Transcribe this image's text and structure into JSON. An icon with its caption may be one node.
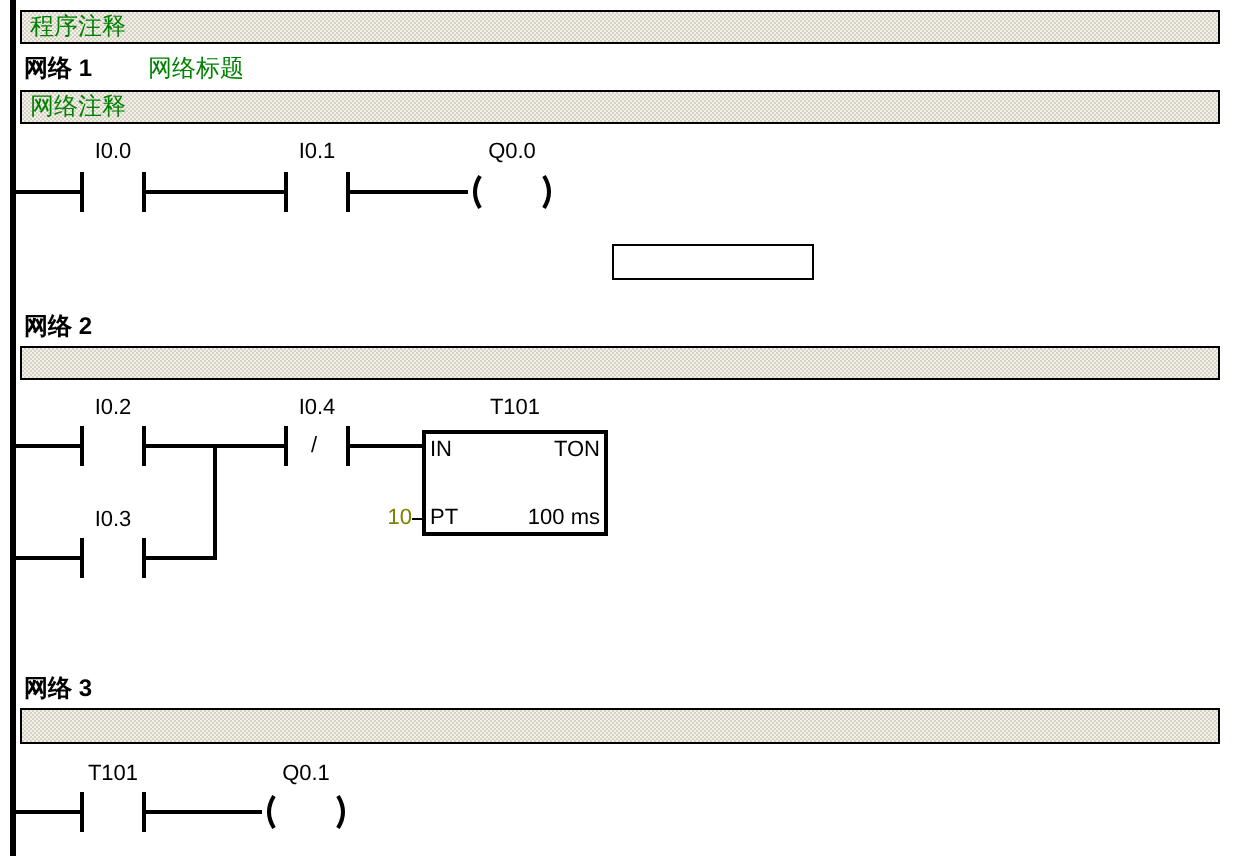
{
  "diagram": {
    "nodes": [
      {
        "text": [],
        "shape": "bar"
      },
      {
        "text": [
          "程序注释"
        ]
      },
      {
        "text": [
          "网络注释"
        ]
      },
      {
        "text": [
          "I0.0"
        ]
      },
      {
        "text": [
          "I0.1"
        ]
      },
      {
        "text": [
          "Q0.0"
        ]
      },
      {
        "text": [],
        "shape": "box"
      },
      {
        "text": [],
        "shape": "bar"
      },
      {
        "text": [
          "I0.2"
        ]
      },
      {
        "text": [
          "I0.4",
          "/"
        ]
      },
      {
        "text": [
          "T101",
          "IN",
          "TON",
          "PT",
          "100 ms"
        ],
        "beside": [
          "10"
        ]
      },
      {
        "text": [
          "I0.3"
        ]
      },
      {
        "text": [],
        "shape": "bar"
      },
      {
        "text": [
          "T101"
        ]
      },
      {
        "text": [
          "Q0.1"
        ]
      }
    ],
    "edges": [
      {
        "from": 0,
        "to": 3,
        "arrow": "none"
      },
      {
        "from": 3,
        "to": 4,
        "arrow": "none"
      },
      {
        "from": 4,
        "to": 5,
        "arrow": "none"
      },
      {
        "from": 0,
        "to": 8,
        "arrow": "none"
      },
      {
        "from": 8,
        "to": 9,
        "arrow": "none"
      },
      {
        "from": 9,
        "to": 10,
        "arrow": "none"
      },
      {
        "from": 0,
        "to": 11,
        "arrow": "none"
      },
      {
        "from": 11,
        "to": 9,
        "arrow": "none"
      },
      {
        "from": 0,
        "to": 13,
        "arrow": "none"
      },
      {
        "from": 13,
        "to": 14,
        "arrow": "none"
      }
    ],
    "labels": [
      "网络 1",
      "网络标题",
      "网络 2",
      "网络 3"
    ]
  }
}
